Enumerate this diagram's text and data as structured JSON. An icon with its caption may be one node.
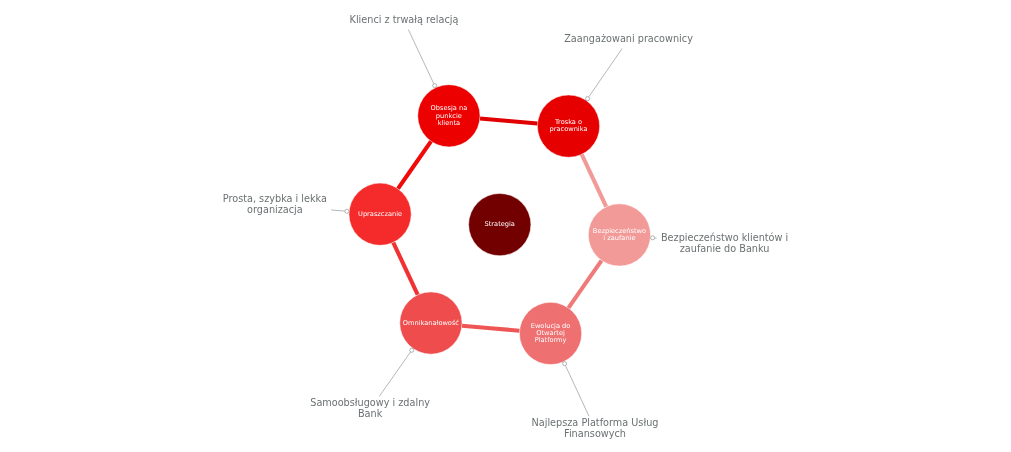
{
  "diagram": {
    "nodes": [
      {
        "text": [
          "Strategia"
        ]
      },
      {
        "text": [
          "Troska o pracownika"
        ]
      },
      {
        "text": [
          "Obsesja na punkcie klienta"
        ]
      },
      {
        "text": [
          "Upraszczanie"
        ]
      },
      {
        "text": [
          "Omnikanałowość"
        ]
      },
      {
        "text": [
          "Ewolucja do Otwartej Platformy"
        ]
      },
      {
        "text": [
          "Bezpieczeństwo i zaufanie"
        ]
      },
      {
        "text": [
          "Zaangażowani pracownicy"
        ]
      },
      {
        "text": [
          "Klienci z trwałą relacją"
        ]
      },
      {
        "text": [
          "Prosta, szybka i lekka organizacja"
        ]
      },
      {
        "text": [
          "Samoobsługowy i zdalny Bank"
        ]
      },
      {
        "text": [
          "Najlepsza Platforma Usług Finansowych"
        ]
      },
      {
        "text": [
          "Bezpieczeństwo klientów i zaufanie do Banku"
        ]
      }
    ],
    "edges": [
      {
        "from": 1,
        "to": 2,
        "arrow": "none",
        "style": "thick",
        "color": "#e00000"
      },
      {
        "from": 2,
        "to": 3,
        "arrow": "none",
        "style": "thick",
        "color": "#f00a0a"
      },
      {
        "from": 3,
        "to": 4,
        "arrow": "none",
        "style": "thick",
        "color": "#f23232"
      },
      {
        "from": 4,
        "to": 5,
        "arrow": "none",
        "style": "thick",
        "color": "#ee5555"
      },
      {
        "from": 5,
        "to": 6,
        "arrow": "none",
        "style": "thick",
        "color": "#ef7a7a"
      },
      {
        "from": 6,
        "to": 1,
        "arrow": "none",
        "style": "thick",
        "color": "#f29a98"
      },
      {
        "from": 7,
        "to": 1,
        "arrow": "other"
      },
      {
        "from": 8,
        "to": 2,
        "arrow": "other"
      },
      {
        "from": 9,
        "to": 3,
        "arrow": "other"
      },
      {
        "from": 10,
        "to": 4,
        "arrow": "other"
      },
      {
        "from": 11,
        "to": 5,
        "arrow": "other"
      },
      {
        "from": 12,
        "to": 6,
        "arrow": "other"
      }
    ]
  }
}
